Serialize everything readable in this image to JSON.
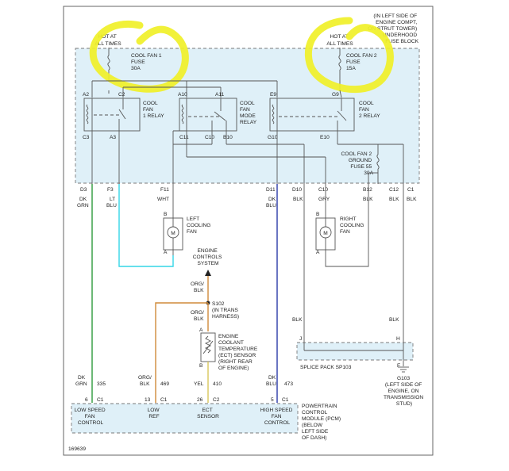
{
  "page": {
    "location_note": [
      "(IN LEFT SIDE OF",
      "ENGINE COMPT,",
      "ON STRUT TOWER)",
      "UNDERHOOD",
      "FUSE BLOCK"
    ],
    "figure_id": "169639"
  },
  "fuse_block": {
    "hot1": [
      "HOT AT",
      "ALL TIMES"
    ],
    "hot2": [
      "HOT AT",
      "ALL TIMES"
    ],
    "fuse1": [
      "COOL FAN 1",
      "FUSE",
      "30A"
    ],
    "fuse2": [
      "COOL FAN 2",
      "FUSE",
      "15A"
    ],
    "relay1": [
      "COOL",
      "FAN",
      "1 RELAY"
    ],
    "relay_mode": [
      "COOL",
      "FAN",
      "MODE",
      "RELAY"
    ],
    "relay2": [
      "COOL",
      "FAN",
      "2 RELAY"
    ],
    "ground_fuse": [
      "COOL FAN 2",
      "GROUND",
      "FUSE 55",
      "30A"
    ],
    "pins": {
      "a2": "A2",
      "c2": "C2",
      "c3": "C3",
      "a3": "A3",
      "a10": "A10",
      "a11": "A11",
      "c11": "C11",
      "c10": "C10",
      "b10": "B10",
      "e9": "E9",
      "g9": "G9",
      "g10": "G10",
      "e10": "E10"
    }
  },
  "connectors": [
    {
      "pin": "D3",
      "color": [
        "DK",
        "GRN"
      ]
    },
    {
      "pin": "F3",
      "color": [
        "LT",
        "BLU"
      ]
    },
    {
      "pin": "F11",
      "color": [
        "WHT"
      ]
    },
    {
      "pin": "D11",
      "color": [
        "DK",
        "BLU"
      ]
    },
    {
      "pin": "D10",
      "color": [
        "BLK"
      ]
    },
    {
      "pin": "C10",
      "color": [
        "GRY"
      ]
    },
    {
      "pin": "B12",
      "color": [
        "BLK"
      ]
    },
    {
      "pin": "C12",
      "color": [
        "BLK"
      ]
    },
    {
      "pin": "C1",
      "color": [
        "BLK"
      ]
    }
  ],
  "fans": {
    "left": {
      "label": [
        "LEFT",
        "COOLING",
        "FAN"
      ],
      "pin_b": "B",
      "pin_a": "A"
    },
    "right": {
      "label": [
        "RIGHT",
        "COOLING",
        "FAN"
      ],
      "pin_b": "B",
      "pin_a": "A"
    }
  },
  "ecs": {
    "label": [
      "ENGINE",
      "CONTROLS",
      "SYSTEM"
    ],
    "wire1": [
      "ORG/",
      "BLK"
    ],
    "splice": [
      "S102",
      "(IN TRANS",
      "HARNESS)"
    ],
    "wire2": [
      "ORG/",
      "BLK"
    ],
    "sensor": [
      "ENGINE",
      "COOLANT",
      "TEMPERATURE",
      "(ECT) SENSOR",
      "(RIGHT REAR",
      "OF ENGINE)"
    ],
    "pin_a": "A",
    "pin_b": "B"
  },
  "ground_side": {
    "blk_left": "BLK",
    "blk_right": "BLK",
    "pin_j": "J",
    "pin_h": "H",
    "pin_e": "E",
    "splice_pack": "SPLICE PACK SP103",
    "g103": [
      "G103",
      "(LEFT SIDE OF",
      "ENGINE, ON",
      "TRANSMISSION",
      "STUD)"
    ]
  },
  "pcm": {
    "wires": [
      {
        "color": [
          "DK",
          "GRN"
        ],
        "circuit": "335",
        "pin": "6",
        "conn": "C1"
      },
      {
        "color": [
          "ORG/",
          "BLK"
        ],
        "circuit": "469",
        "pin": "13",
        "conn": "C1"
      },
      {
        "color": [
          "YEL"
        ],
        "circuit": "410",
        "pin": "26",
        "conn": "C2"
      },
      {
        "color": [
          "DK",
          "BLU"
        ],
        "circuit": "473",
        "pin": "5",
        "conn": "C1"
      }
    ],
    "low_speed": [
      "LOW SPEED",
      "FAN",
      "CONTROL"
    ],
    "low_ref": [
      "LOW",
      "REF"
    ],
    "ect": [
      "ECT",
      "SENSOR"
    ],
    "high_speed": [
      "HIGH SPEED",
      "FAN",
      "CONTROL"
    ],
    "name": [
      "POWERTRAIN",
      "CONTROL",
      "MODULE (PCM)",
      "(BELOW",
      "LEFT SIDE",
      "OF DASH)"
    ]
  },
  "colors": {
    "dk_grn": "#2e9a3c",
    "lt_blu": "#33d6e6",
    "dk_blu": "#2b3aa8",
    "org_blk": "#d08a3a",
    "yel": "#d9c65a",
    "highlight": "#f0f028",
    "block_fill": "#dff0f8"
  }
}
